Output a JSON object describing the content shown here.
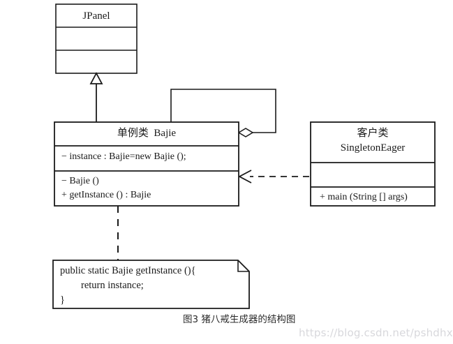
{
  "diagram": {
    "caption": "图3 猪八戒生成器的结构图",
    "watermark": "https://blog.csdn.net/pshdhx",
    "stroke_color": "#1a1a1a",
    "background_color": "#ffffff",
    "classes": [
      {
        "id": "jpanel",
        "name": "JPanel",
        "attributes": [],
        "methods": []
      },
      {
        "id": "bajie",
        "name": "单例类  Bajie",
        "attributes": [
          "− instance : Bajie=new Bajie ();"
        ],
        "methods": [
          "− Bajie ()",
          "+ getInstance () : Bajie"
        ]
      },
      {
        "id": "singletoneager",
        "name_line1": "客户类",
        "name_line2": "SingletonEager",
        "attributes": [],
        "methods": [
          "+ main (String [] args)"
        ]
      }
    ],
    "note": {
      "line1": "public static Bajie getInstance (){",
      "line2": "return instance;",
      "line3": "}"
    },
    "relations": [
      {
        "name": "generalization",
        "from": "bajie",
        "to": "jpanel",
        "style": "solid",
        "arrow": "hollow-triangle"
      },
      {
        "name": "self-aggregation",
        "from": "bajie",
        "to": "bajie",
        "style": "solid",
        "arrow": "hollow-diamond"
      },
      {
        "name": "dependency",
        "from": "singletoneager",
        "to": "bajie",
        "style": "dashed",
        "arrow": "open-arrow"
      },
      {
        "name": "note-anchor",
        "from": "bajie",
        "to": "note",
        "style": "dashed",
        "arrow": "none"
      }
    ]
  }
}
